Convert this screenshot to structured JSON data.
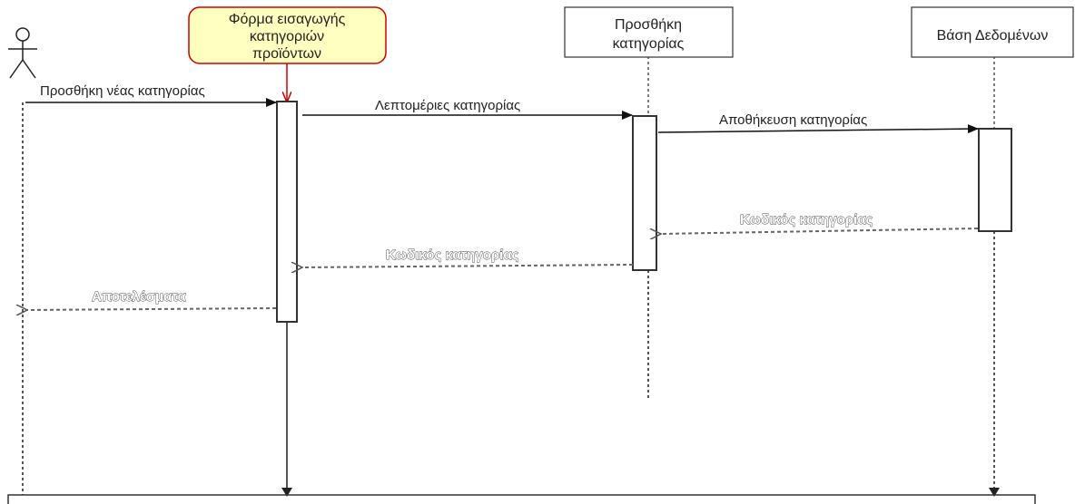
{
  "lifelines": {
    "form": {
      "title_lines": [
        "Φόρμα εισαγωγής",
        "κατηγοριών",
        "προϊόντων"
      ]
    },
    "controller": {
      "title_lines": [
        "Προσθήκη",
        "κατηγορίας"
      ]
    },
    "database": {
      "title_lines": [
        "Βάση Δεδομένων"
      ]
    }
  },
  "messages": {
    "m1": "Προσθήκη νέας κατηγορίας",
    "m2": "Λεπτομέριες κατηγορίας",
    "m3": "Αποθήκευση κατηγορίας",
    "r1": "Κωδικός κατηγορίας",
    "r2": "Κωδικός κατηγορίας",
    "r3": "Αποτελέσματα"
  },
  "colors": {
    "form_fill": "#ffffc0",
    "form_stroke": "#d00000",
    "line": "#333333"
  }
}
